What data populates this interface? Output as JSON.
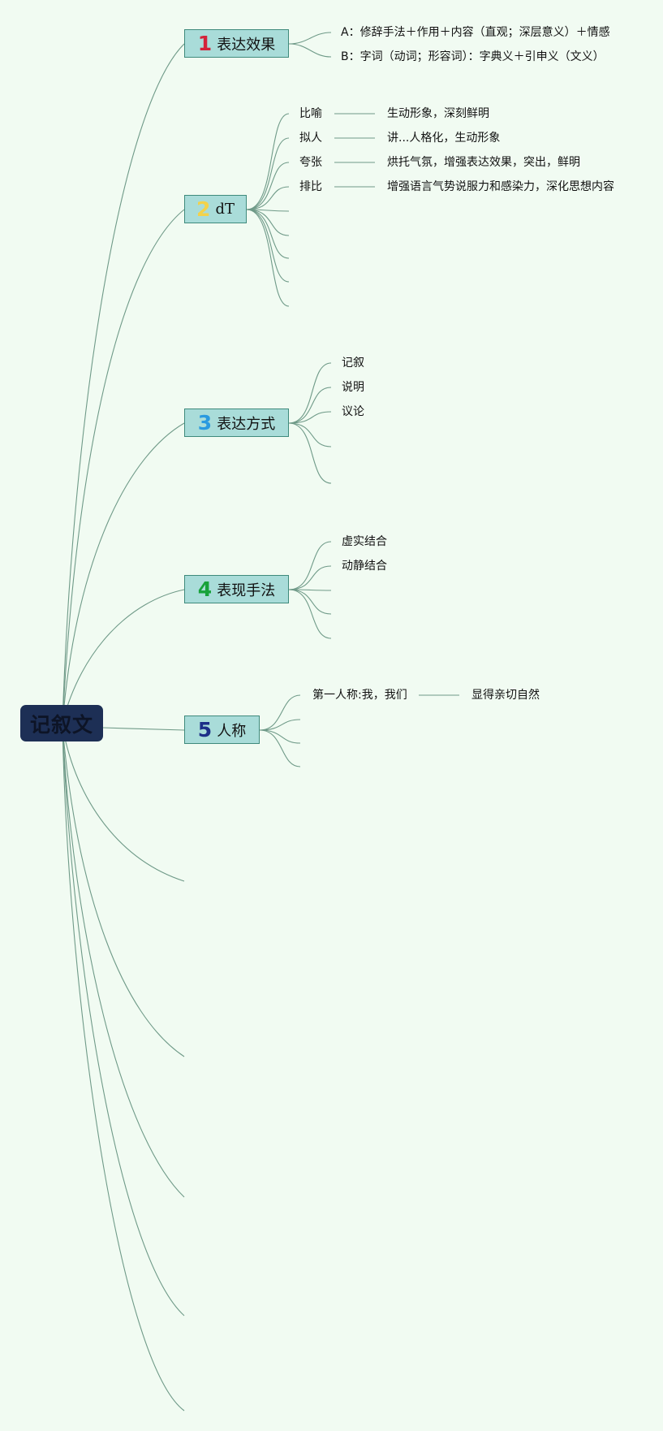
{
  "colors": {
    "background": "#f1fbf2",
    "root_fill": "#1d2f55",
    "topic_fill": "#a9dcd9",
    "topic_border": "#3f8a7c",
    "connector": "#6f9a88",
    "num1": "#d4233a",
    "num2": "#f3d24a",
    "num3": "#2a9ae0",
    "num4": "#18a23a",
    "num5": "#1d2f88"
  },
  "root": {
    "label": "记叙文"
  },
  "topics": [
    {
      "num": "1",
      "label": "表达效果",
      "children": [
        {
          "label": "A：修辞手法＋作用＋内容（直观；深层意义）＋情感"
        },
        {
          "label": "B：字词（动词；形容词）：字典义＋引申义（文义）"
        }
      ]
    },
    {
      "num": "2",
      "label": "dT",
      "children": [
        {
          "label": "比喻",
          "detail": "生动形象，深刻鲜明"
        },
        {
          "label": "拟人",
          "detail": "讲...人格化，生动形象"
        },
        {
          "label": "夸张",
          "detail": "烘托气氛，增强表达效果，突出，鲜明"
        },
        {
          "label": "排比",
          "detail": "增强语言气势说服力和感染力，深化思想内容"
        }
      ]
    },
    {
      "num": "3",
      "label": "表达方式",
      "children": [
        {
          "label": "记叙"
        },
        {
          "label": "说明"
        },
        {
          "label": "议论"
        }
      ]
    },
    {
      "num": "4",
      "label": "表现手法",
      "children": [
        {
          "label": "虚实结合"
        },
        {
          "label": "动静结合"
        }
      ]
    },
    {
      "num": "5",
      "label": "人称",
      "children": [
        {
          "label": "第一人称:我，我们",
          "detail": "显得亲切自然"
        }
      ]
    }
  ]
}
